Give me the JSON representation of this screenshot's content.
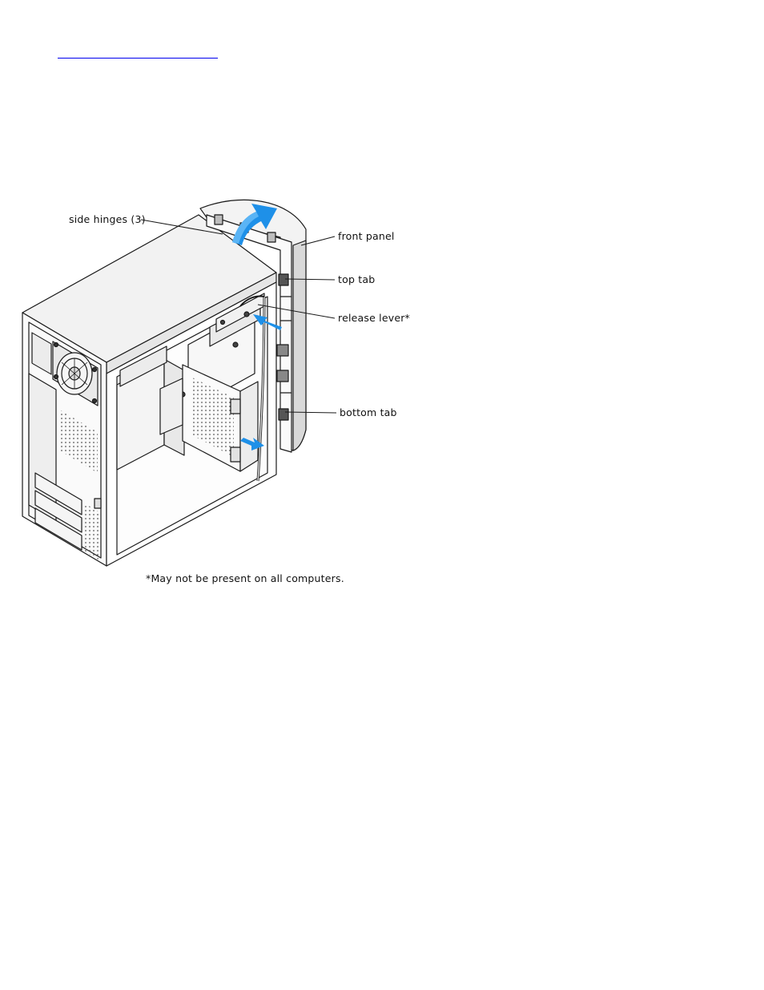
{
  "nav": {
    "back_link_text": ""
  },
  "figure": {
    "callouts": {
      "side_hinges": "side hinges (3)",
      "front_panel": "front panel",
      "top_tab": "top tab",
      "release_lever": "release lever*",
      "bottom_tab": "bottom tab"
    },
    "footnote": "*May not be present on all computers.",
    "colors": {
      "line": "#1a1a1a",
      "arrow_blue": "#1e90e8",
      "arrow_blue_light": "#5ab4f5",
      "panel_shade": "#d9d9d9"
    }
  }
}
